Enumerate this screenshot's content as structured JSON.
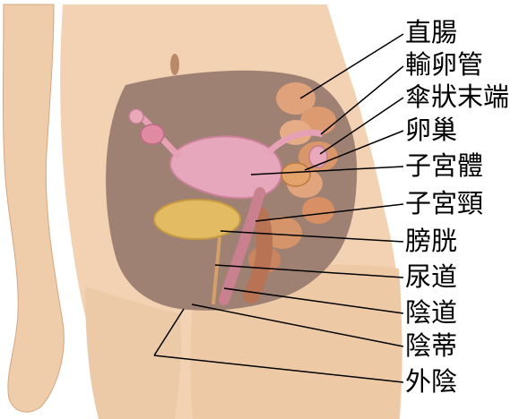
{
  "labels": [
    {
      "id": "rectum",
      "text": "直腸"
    },
    {
      "id": "fallopian-tube",
      "text": "輸卵管"
    },
    {
      "id": "fimbriae",
      "text": "傘狀末端"
    },
    {
      "id": "ovary",
      "text": "卵巢"
    },
    {
      "id": "uterus-body",
      "text": "子宮體"
    },
    {
      "id": "cervix",
      "text": "子宮頸"
    },
    {
      "id": "bladder",
      "text": "膀胱"
    },
    {
      "id": "urethra",
      "text": "尿道"
    },
    {
      "id": "vagina",
      "text": "陰道"
    },
    {
      "id": "clitoris",
      "text": "陰蒂"
    },
    {
      "id": "vulva",
      "text": "外陰"
    }
  ],
  "colors": {
    "background": "#ffffff",
    "skin": "#f1d1b0",
    "skin_shadow": "#d9a886",
    "cavity": "#a98a7c",
    "uterus": "#e4a3b8",
    "bladder": "#e2bb63",
    "intestine": "#e0a27a",
    "leader_line": "#000000"
  }
}
